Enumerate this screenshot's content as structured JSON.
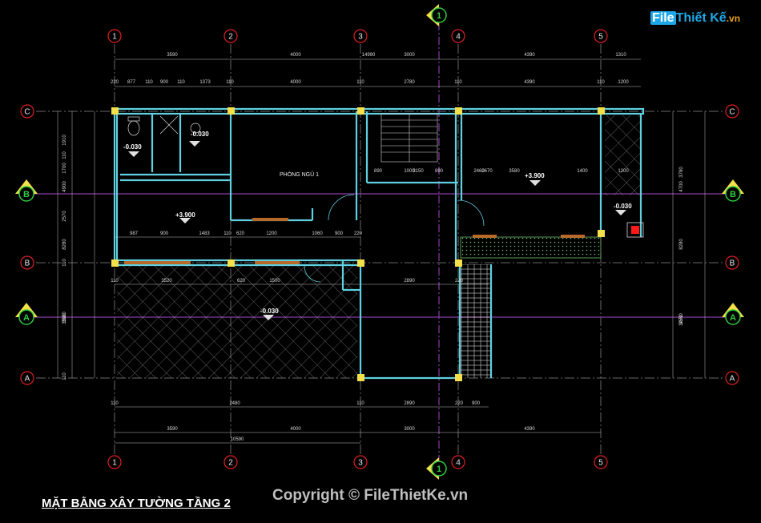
{
  "logo": {
    "brand": "File",
    "name": "Thiết Kế",
    "ext": ".vn"
  },
  "title": "MẶT BẰNG XÂY TƯỜNG TẦNG 2",
  "copyright": "Copyright © FileThietKe.vn",
  "section_marker": "1",
  "grid_columns": [
    "1",
    "2",
    "3",
    "4",
    "5"
  ],
  "grid_rows": [
    "C",
    "B",
    "A"
  ],
  "room": "PHÒNG NGỦ 1",
  "levels": [
    "-0.030",
    "-0.030",
    "+3.900",
    "+3.900",
    "-0.030",
    "-0.030"
  ],
  "dims": {
    "top_1": [
      "3590",
      "4000",
      "14990",
      "3000",
      "4390",
      "1310"
    ],
    "top_2": [
      "220",
      "877",
      "110",
      "900",
      "110",
      "1373",
      "110",
      "4000",
      "110",
      "2780",
      "110",
      "4390",
      "110",
      "1200"
    ],
    "left": [
      "1910",
      "110",
      "1700",
      "2570",
      "4900",
      "8280",
      "110",
      "3580",
      "110",
      "3580"
    ],
    "right": [
      "3780",
      "4700",
      "8280",
      "3470",
      "3580"
    ],
    "mid_row": [
      "987",
      "900",
      "1483",
      "110",
      "620",
      "1200",
      "1060",
      "900",
      "220"
    ],
    "row_b": [
      "110",
      "3520",
      "620",
      "1500",
      "2890",
      "220"
    ],
    "stair": [
      "890",
      "1000",
      "890",
      "3150",
      "2670",
      "1400",
      "1200",
      "2460",
      "3580"
    ],
    "bottom_1": [
      "110",
      "2480",
      "110",
      "2890",
      "220",
      "900"
    ],
    "bottom_2": [
      "3590",
      "4000",
      "3000",
      "4390"
    ],
    "bottom_total": "10590"
  }
}
